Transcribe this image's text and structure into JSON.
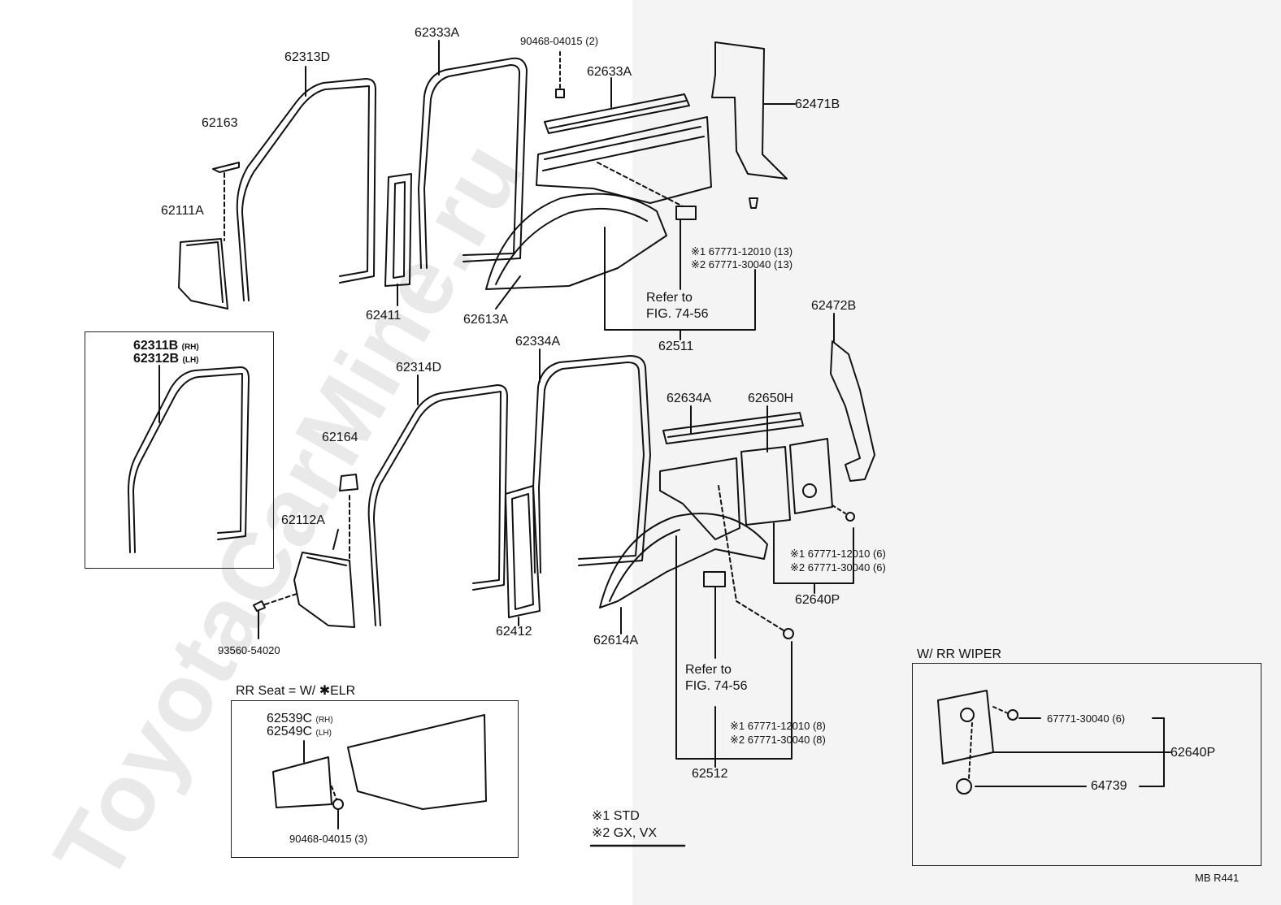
{
  "watermark": "ToyotaCarMine.ru",
  "labels": {
    "p62313D": "62313D",
    "p62333A": "62333A",
    "p90468_2": "90468-04015 (2)",
    "p62633A": "62633A",
    "p62471B": "62471B",
    "p62163": "62163",
    "p62111A": "62111A",
    "p62411": "62411",
    "p62613A": "62613A",
    "x1_top": "※1 67771-12010 (13)",
    "x2_top": "※2 67771-30040 (13)",
    "refer_top_1": "Refer to",
    "refer_top_2": "FIG. 74-56",
    "p62511": "62511",
    "p62472B": "62472B",
    "p62311B": "62311B",
    "p62311B_side": "(RH)",
    "p62312B": "62312B",
    "p62312B_side": "(LH)",
    "p62314D": "62314D",
    "p62334A": "62334A",
    "p62634A": "62634A",
    "p62650H": "62650H",
    "p62164": "62164",
    "p62112A": "62112A",
    "p93560": "93560-54020",
    "p62412": "62412",
    "p62614A": "62614A",
    "x1_mid": "※1 67771-12010 (6)",
    "x2_mid": "※2 67771-30040 (6)",
    "p62640P": "62640P",
    "refer_bot_1": "Refer to",
    "refer_bot_2": "FIG. 74-56",
    "x1_bot": "※1 67771-12010 (8)",
    "x2_bot": "※2 67771-30040 (8)",
    "p62512": "62512",
    "rr_seat": "RR Seat = W/ ✱ELR",
    "p62539C": "62539C",
    "p62539C_side": "(RH)",
    "p62549C": "62549C",
    "p62549C_side": "(LH)",
    "p90468_3": "90468-04015 (3)",
    "legend1": "※1 STD",
    "legend2": "※2 GX, VX",
    "wiper_title": "W/ RR WIPER",
    "wiper_clip": "67771-30040 (6)",
    "wiper_62640P": "62640P",
    "wiper_64739": "64739",
    "code": "MB R441"
  }
}
